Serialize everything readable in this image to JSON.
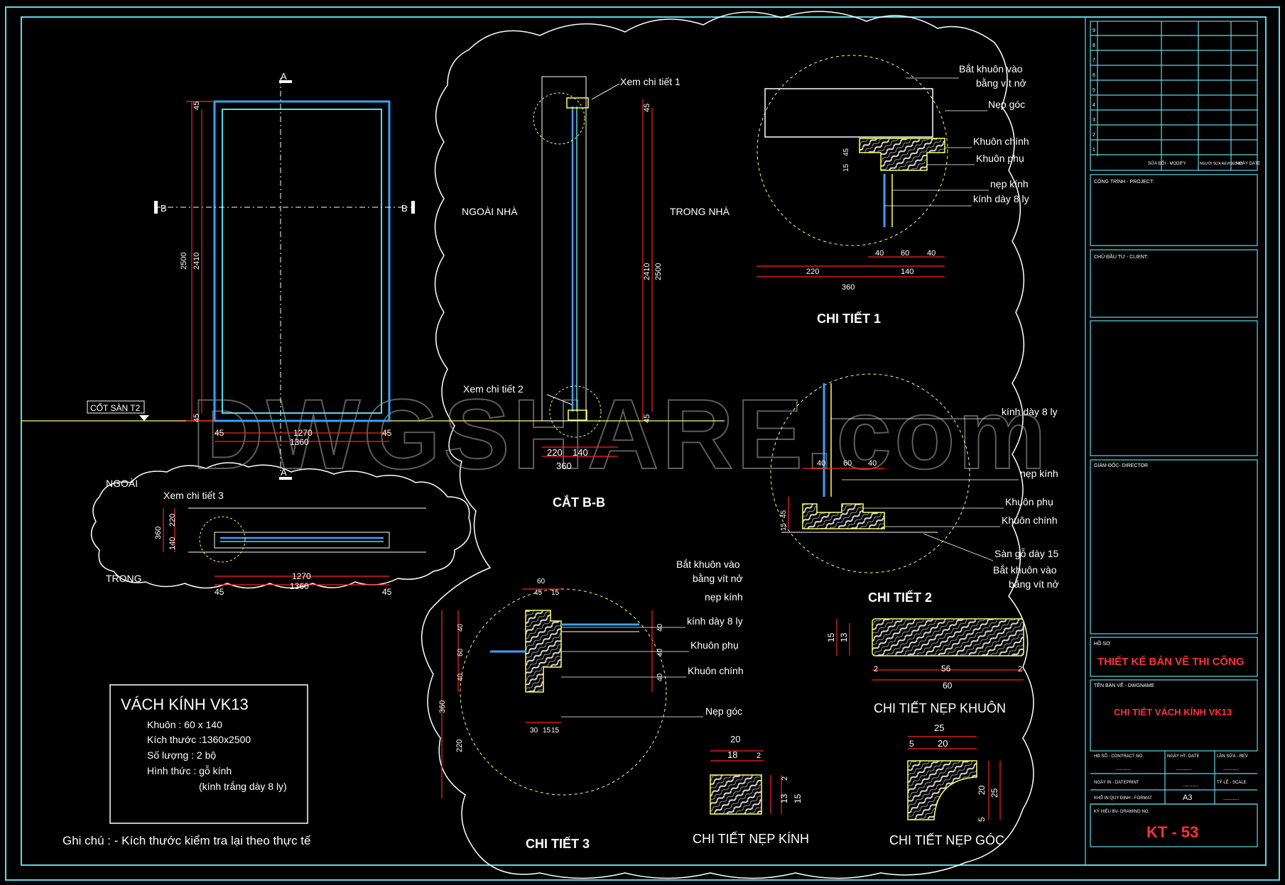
{
  "elevation": {
    "section_a_mark": "A",
    "section_b_mark": "B",
    "floor_label": "CỐT SÀN T2",
    "dim_total_height": "2500",
    "dim_glass_height": "2410",
    "dim_frame": "45",
    "dim_width_inner": "1270",
    "dim_width_total": "1360"
  },
  "section_bb": {
    "outside_label": "NGOÀI NHÀ",
    "inside_label": "TRONG NHÀ",
    "ref_detail_1": "Xem chi tiết 1",
    "ref_detail_2": "Xem chi tiết 2",
    "dim_height_inner": "2410",
    "dim_height_total": "2500",
    "dim_frame": "45",
    "dim_a": "220",
    "dim_b": "140",
    "dim_total": "360",
    "title": "CẮT  B-B"
  },
  "plan": {
    "outside_label": "NGOÀI",
    "inside_label": "TRONG",
    "ref_detail_3": "Xem chi tiết 3",
    "dim_360": "360",
    "dim_220": "220",
    "dim_140": "140",
    "dim_1270": "1270",
    "dim_1360": "1360",
    "dim_45": "45"
  },
  "detail1": {
    "title": "CHI TIẾT 1",
    "labels": [
      "Bắt khuôn vào",
      "bằng vít nở",
      "Nẹp góc",
      "Khuôn chính",
      "Khuôn  phụ",
      "nẹp kính",
      "kính dày 8 ly"
    ],
    "dims": [
      "40",
      "60",
      "40",
      "220",
      "140",
      "360",
      "45",
      "15"
    ]
  },
  "detail2": {
    "title": "CHI TIẾT 2",
    "labels": [
      "kính dày 8 ly",
      "nẹp kính",
      "Khuôn  phụ",
      "Khuôn chính",
      "Sàn gỗ dày 15",
      "Bắt khuôn vào",
      "bằng vít nở"
    ],
    "dims": [
      "40",
      "60",
      "40",
      "45",
      "15"
    ]
  },
  "detail3": {
    "title": "CHI TIẾT 3",
    "labels": [
      "Bắt khuôn vào",
      "bằng vít nở",
      "nẹp kính",
      "kính dày 8 ly",
      "Khuôn  phụ",
      "Khuôn chính",
      "Nẹp góc"
    ],
    "dims": [
      "60",
      "45",
      "15",
      "40",
      "60",
      "40",
      "40",
      "40",
      "40",
      "360",
      "220",
      "30",
      "15",
      "15"
    ]
  },
  "profile_khuon": {
    "title": "CHI TIẾT NẸP KHUÔN",
    "dims": [
      "56",
      "60",
      "2",
      "2",
      "15",
      "13"
    ]
  },
  "profile_kinh": {
    "title": "CHI TIẾT NẸP KÍNH",
    "dims": [
      "20",
      "18",
      "2",
      "2",
      "13",
      "15"
    ]
  },
  "profile_goc": {
    "title": "CHI TIẾT NẸP GÓC",
    "dims": [
      "25",
      "5",
      "20",
      "20",
      "25",
      "5"
    ]
  },
  "spec": {
    "title": "VÁCH KÍNH VK13",
    "lines": [
      "Khuôn : 60 x 140",
      "Kích thước :1360x2500",
      "Số lượng : 2 bộ",
      "Hình thức : gỗ kính",
      "(kính trắng dày 8 ly)"
    ]
  },
  "note": "Ghi chú : - Kích thước kiểm tra lại theo thực tế",
  "watermark": "DWGSHARE.com",
  "title_block": {
    "rev_rows": [
      "9",
      "8",
      "7",
      "6",
      "5",
      "4",
      "3",
      "2",
      "1"
    ],
    "rev_headers": [
      "SỬA ĐỔI - MODIFY",
      "NGƯỜI SỬA REVISED BY",
      "NGÀY DATE"
    ],
    "project_label": "CÔNG TRÌNH - PROJECT:",
    "client_label": "CHỦ ĐẦU TƯ - CLIENT:",
    "director_label": "GIÁM ĐỐC- DIRECTOR",
    "stage_label": "HỒ SƠ",
    "stage_value": "THIẾT KẾ BẢN VẼ THI CÔNG",
    "drawing_name_label": "TÊN BẢN VẼ - DWGNAME",
    "drawing_name_value": "CHI TIẾT VÁCH KÍNH VK13",
    "contract_label": "HĐ SỐ - CONTRACT NO.",
    "contract_value": "..........",
    "date_label": "NGÀY HT- DATE",
    "date_value": "..........",
    "rev_label": "LẦN SỬA - REV",
    "rev_value": "..........",
    "print_label": "NGÀY IN - DATEPRINT",
    "print_value": "..........",
    "scale_label": "TỶ LỆ - SCALE",
    "scale_value": "..........",
    "format_label": "KHỔ IN QUY ĐỊNH - FORMAT",
    "format_value": "A3",
    "drawing_no_label": "KÝ HIỆU BV- DRAWING NO.",
    "drawing_no_value": "KT - 53"
  },
  "colors": {
    "frame": "#5fd7e8",
    "dim": "#ff2222",
    "text": "#ffffff",
    "profile": "#ffff66",
    "glass": "#3aa0ff"
  }
}
